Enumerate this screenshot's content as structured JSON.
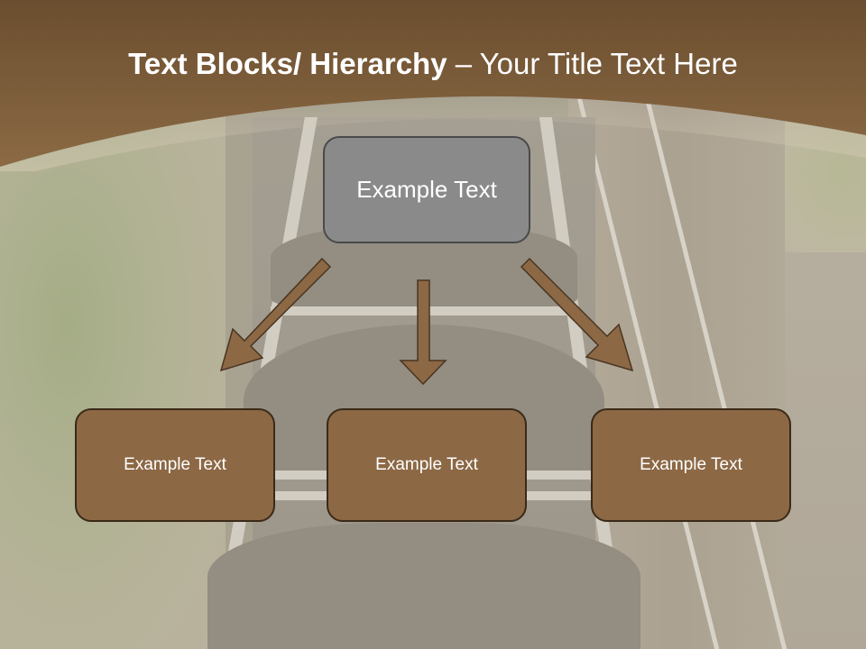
{
  "slide": {
    "title_bold": "Text Blocks/ Hierarchy",
    "title_dash": " – ",
    "title_rest": "Your Title Text Here"
  },
  "hierarchy": {
    "root": {
      "label": "Example Text"
    },
    "children": [
      {
        "label": "Example Text"
      },
      {
        "label": "Example Text"
      },
      {
        "label": "Example Text"
      }
    ]
  },
  "colors": {
    "header_brown": "#7a5a36",
    "root_fill": "#8a8a8a",
    "child_fill": "#8c6845",
    "arrow_fill": "#8c6845"
  }
}
